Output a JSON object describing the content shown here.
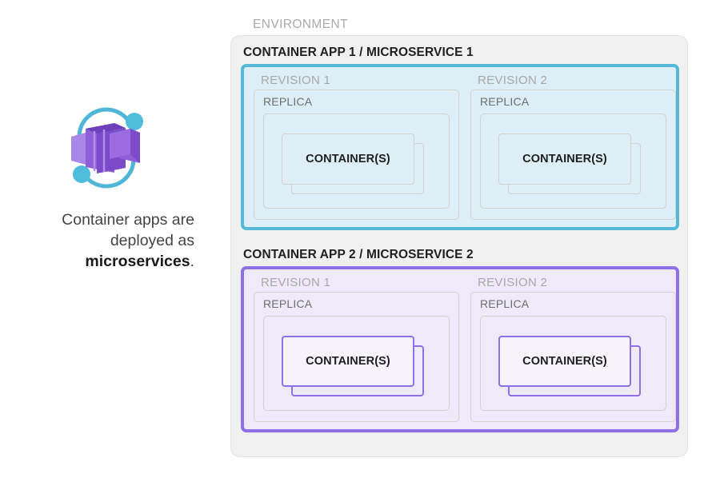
{
  "caption": {
    "line1": "Container apps are",
    "line2": "deployed as",
    "bold": "microservices",
    "period": "."
  },
  "icon": {
    "name": "azure-container-apps-icon"
  },
  "environment": {
    "label": "ENVIRONMENT",
    "apps": [
      {
        "title": "CONTAINER APP 1 / MICROSERVICE 1",
        "theme": "blue",
        "accent": "#56b8d8",
        "fill": "#ddeef6",
        "revisions": [
          {
            "label": "REVISION 1",
            "replica_label": "REPLICA",
            "container_label": "CONTAINER(S)"
          },
          {
            "label": "REVISION 2",
            "replica_label": "REPLICA",
            "container_label": "CONTAINER(S)"
          }
        ]
      },
      {
        "title": "CONTAINER APP 2 / MICROSERVICE 2",
        "theme": "purple",
        "accent": "#9070e8",
        "fill": "#efeafa",
        "revisions": [
          {
            "label": "REVISION 1",
            "replica_label": "REPLICA",
            "container_label": "CONTAINER(S)"
          },
          {
            "label": "REVISION 2",
            "replica_label": "REPLICA",
            "container_label": "CONTAINER(S)"
          }
        ]
      }
    ]
  }
}
